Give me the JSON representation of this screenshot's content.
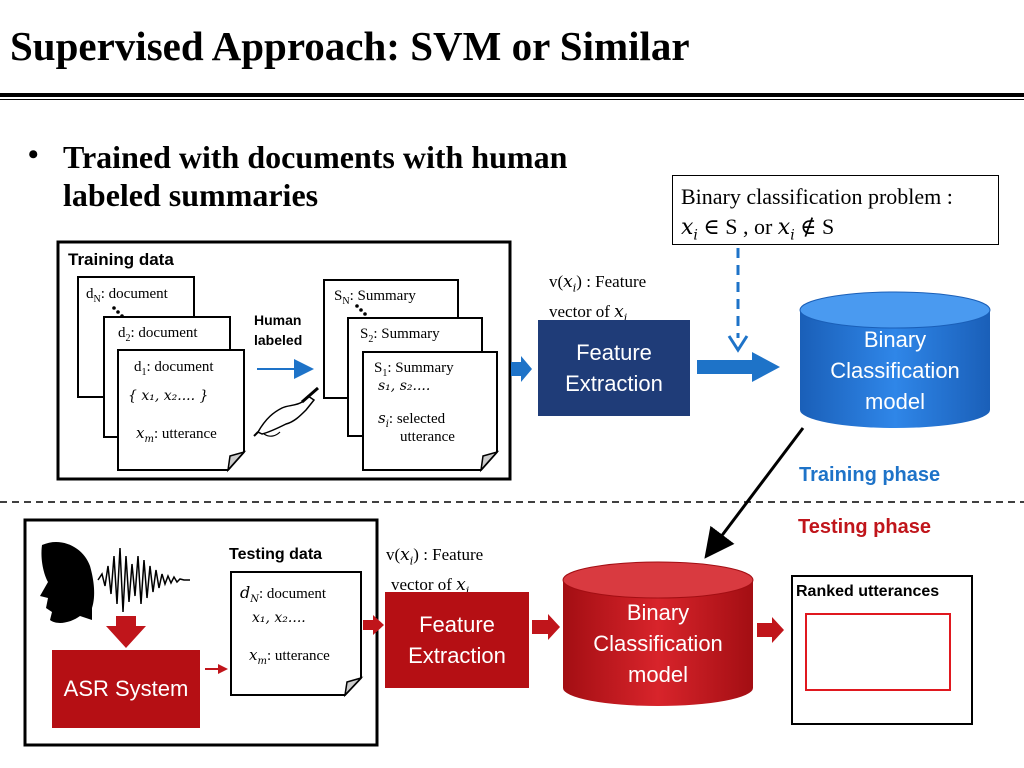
{
  "title": "Supervised Approach: SVM or Similar",
  "bullet": {
    "symbol": "•",
    "line1": "Trained with documents with human",
    "line2": "labeled summaries"
  },
  "binary_problem": {
    "line1": "Binary classification problem :",
    "line2_math_a": "x",
    "line2_sub_a": "i",
    "line2_text_a": "∈ S",
    "line2_sep": " , or ",
    "line2_math_b": "x",
    "line2_sub_b": "i",
    "line2_text_b": "∉ S"
  },
  "training": {
    "heading": "Training data",
    "doc_n": "document",
    "doc_n_prefix": "d",
    "doc_n_sub": "N",
    "doc_2": "document",
    "doc_2_prefix": "d",
    "doc_2_sub": "2",
    "doc_1": "document",
    "doc_1_prefix": "d",
    "doc_1_sub": "1",
    "doc_1_items": "x₁, x₂....",
    "doc_1_utt_var": "x",
    "doc_1_utt_sub": "m",
    "doc_1_utt": ": utterance",
    "human_labeled": [
      "Human",
      "labeled"
    ],
    "sum_n_prefix": "S",
    "sum_n_sub": "N",
    "sum_n": ": Summary",
    "sum_2_prefix": "S",
    "sum_2_sub": "2",
    "sum_2": ": Summary",
    "sum_1_prefix": "S",
    "sum_1_sub": "1",
    "sum_1": ": Summary",
    "sum_1_items": "s₁, s₂....",
    "sum_1_sel_var": "s",
    "sum_1_sel_sub": "i",
    "sum_1_sel": ": selected",
    "sum_1_sel2": "utterance"
  },
  "feature_vector_train": {
    "line1_prefix": "v(",
    "line1_var": "x",
    "line1_sub": "i",
    "line1_suffix": ") : Feature",
    "line2_prefix": "vector of ",
    "line2_var": "x",
    "line2_sub": "i"
  },
  "feature_extraction_train": [
    "Feature",
    "Extraction"
  ],
  "binary_model_train": [
    "Binary",
    "Classification",
    "model"
  ],
  "training_phase": "Training phase",
  "testing_phase": "Testing phase",
  "testing": {
    "heading": "Testing data",
    "doc_var": "d",
    "doc_sub": "N",
    "doc": ": document",
    "items": "x₁, x₂....",
    "utt_var": "x",
    "utt_sub": "m",
    "utt": ": utterance"
  },
  "feature_vector_test": {
    "line1_prefix": "v(",
    "line1_var": "x",
    "line1_sub": "i",
    "line1_suffix": ") : Feature",
    "line2_prefix": "vector of ",
    "line2_var": "x",
    "line2_sub": "i"
  },
  "asr": "ASR System",
  "feature_extraction_test": [
    "Feature",
    "Extraction"
  ],
  "binary_model_test": [
    "Binary",
    "Classification",
    "model"
  ],
  "ranked": "Ranked utterances",
  "colors": {
    "blue_dark": "#1f3c78",
    "blue_cyl": "#1f6fd1",
    "blue_arrow": "#1e73c8",
    "red": "#b50f14",
    "red_cyl": "#c41219",
    "training_phase_text": "#1e73c8",
    "testing_phase_text": "#c0151b"
  }
}
